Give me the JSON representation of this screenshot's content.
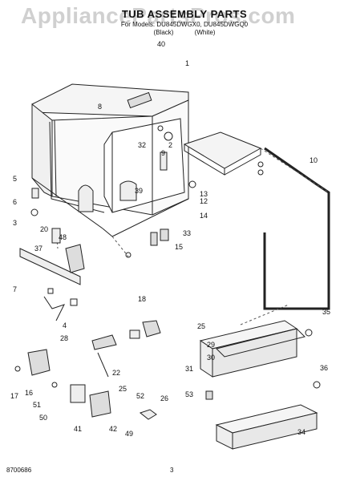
{
  "watermark": "AppliancePartsPros.com",
  "title": "TUB ASSEMBLY PARTS",
  "subtitle": "For Models: DU845DWGX0, DU845DWGQ0",
  "colors": [
    "(Black)",
    "(White)"
  ],
  "footer": {
    "code": "8700686",
    "page": "3"
  },
  "part_labels": [
    "40",
    "1",
    "8",
    "9",
    "2",
    "32",
    "39",
    "5",
    "6",
    "3",
    "20",
    "48",
    "37",
    "7",
    "4",
    "28",
    "33",
    "15",
    "18",
    "13",
    "12",
    "14",
    "10",
    "25",
    "29",
    "30",
    "31",
    "22",
    "25",
    "35",
    "36",
    "17",
    "16",
    "51",
    "50",
    "41",
    "42",
    "52",
    "49",
    "26",
    "53",
    "34"
  ]
}
